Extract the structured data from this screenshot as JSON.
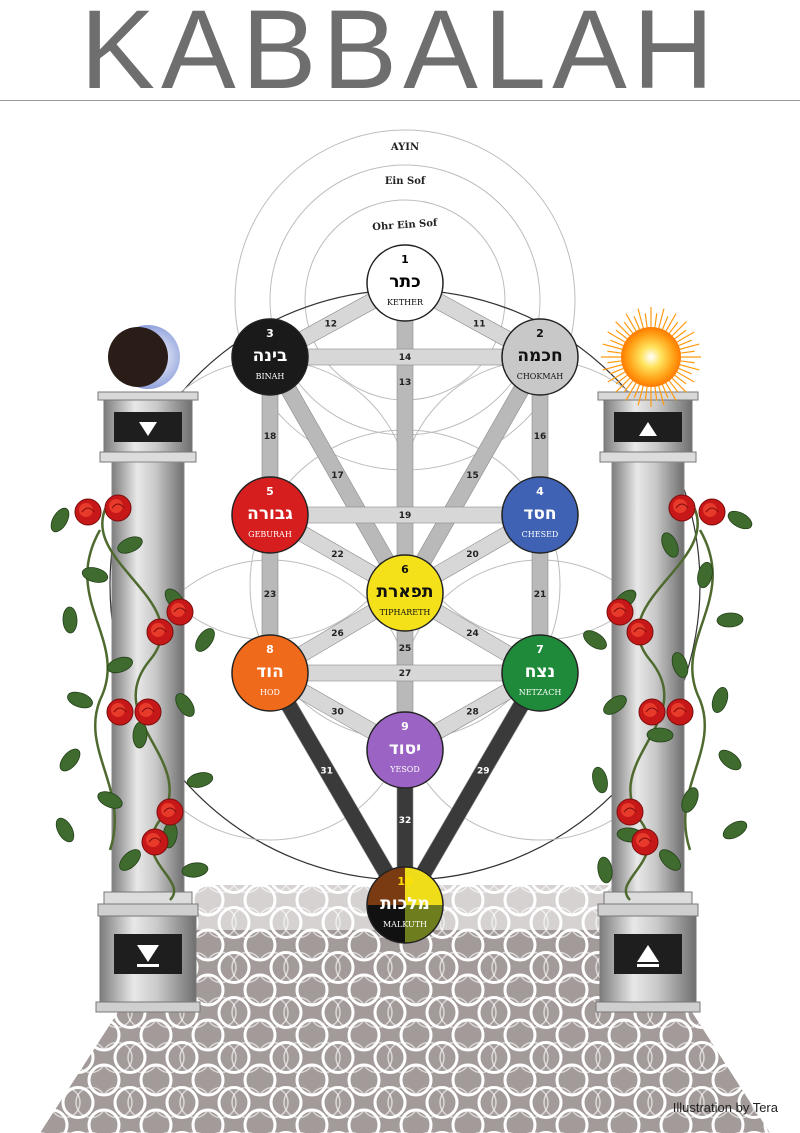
{
  "title": "KABBALAH",
  "credit": "Illustration by Tera",
  "veils": [
    "AYIN",
    "Ein Sof",
    "Ohr Ein Sof"
  ],
  "colors": {
    "title": "#6e6e6e",
    "pillar": "#bdbdbd",
    "rose": "#d72020",
    "leaf": "#3f6b2e",
    "floor": "#a39b99"
  },
  "pillar_icons": {
    "left_top": "down-triangle",
    "left_bottom": "down-triangle",
    "right_top": "up-triangle",
    "right_bottom": "up-triangle"
  },
  "celestial": {
    "left": "crescent-moon",
    "right": "sun"
  },
  "sephirot": [
    {
      "num": "1",
      "hebrew": "כתר",
      "name": "KETHER",
      "fill": "#ffffff",
      "text": "#000000"
    },
    {
      "num": "2",
      "hebrew": "חכמה",
      "name": "CHOKMAH",
      "fill": "#c8c8c8",
      "text": "#111111"
    },
    {
      "num": "3",
      "hebrew": "בינה",
      "name": "BINAH",
      "fill": "#1a1a1a",
      "text": "#ffffff"
    },
    {
      "num": "4",
      "hebrew": "חסד",
      "name": "CHESED",
      "fill": "#3f62b5",
      "text": "#ffffff"
    },
    {
      "num": "5",
      "hebrew": "גבורה",
      "name": "GEBURAH",
      "fill": "#d61e1e",
      "text": "#ffffff"
    },
    {
      "num": "6",
      "hebrew": "תפארת",
      "name": "TIPHARETH",
      "fill": "#f4e11a",
      "text": "#111111"
    },
    {
      "num": "7",
      "hebrew": "נצח",
      "name": "NETZACH",
      "fill": "#1f8a3a",
      "text": "#ffffff"
    },
    {
      "num": "8",
      "hebrew": "הוד",
      "name": "HOD",
      "fill": "#f06a1c",
      "text": "#ffffff"
    },
    {
      "num": "9",
      "hebrew": "יסוד",
      "name": "YESOD",
      "fill": "#9a63c4",
      "text": "#ffffff"
    },
    {
      "num": "10",
      "hebrew": "מלכות",
      "name": "MALKUTH",
      "fill": "#6b6b1f",
      "text": "#ffffff"
    }
  ],
  "paths": [
    {
      "num": "11",
      "a": "1",
      "b": "2"
    },
    {
      "num": "12",
      "a": "1",
      "b": "3"
    },
    {
      "num": "13",
      "a": "1",
      "b": "6"
    },
    {
      "num": "14",
      "a": "2",
      "b": "3"
    },
    {
      "num": "15",
      "a": "2",
      "b": "6"
    },
    {
      "num": "16",
      "a": "2",
      "b": "4"
    },
    {
      "num": "17",
      "a": "3",
      "b": "6"
    },
    {
      "num": "18",
      "a": "3",
      "b": "5"
    },
    {
      "num": "19",
      "a": "4",
      "b": "5"
    },
    {
      "num": "20",
      "a": "4",
      "b": "6"
    },
    {
      "num": "21",
      "a": "4",
      "b": "7"
    },
    {
      "num": "22",
      "a": "5",
      "b": "6"
    },
    {
      "num": "23",
      "a": "5",
      "b": "8"
    },
    {
      "num": "24",
      "a": "6",
      "b": "7"
    },
    {
      "num": "25",
      "a": "6",
      "b": "9"
    },
    {
      "num": "26",
      "a": "6",
      "b": "8"
    },
    {
      "num": "27",
      "a": "7",
      "b": "8"
    },
    {
      "num": "28",
      "a": "7",
      "b": "9"
    },
    {
      "num": "29",
      "a": "7",
      "b": "10"
    },
    {
      "num": "30",
      "a": "8",
      "b": "9"
    },
    {
      "num": "31",
      "a": "8",
      "b": "10"
    },
    {
      "num": "32",
      "a": "9",
      "b": "10"
    }
  ]
}
